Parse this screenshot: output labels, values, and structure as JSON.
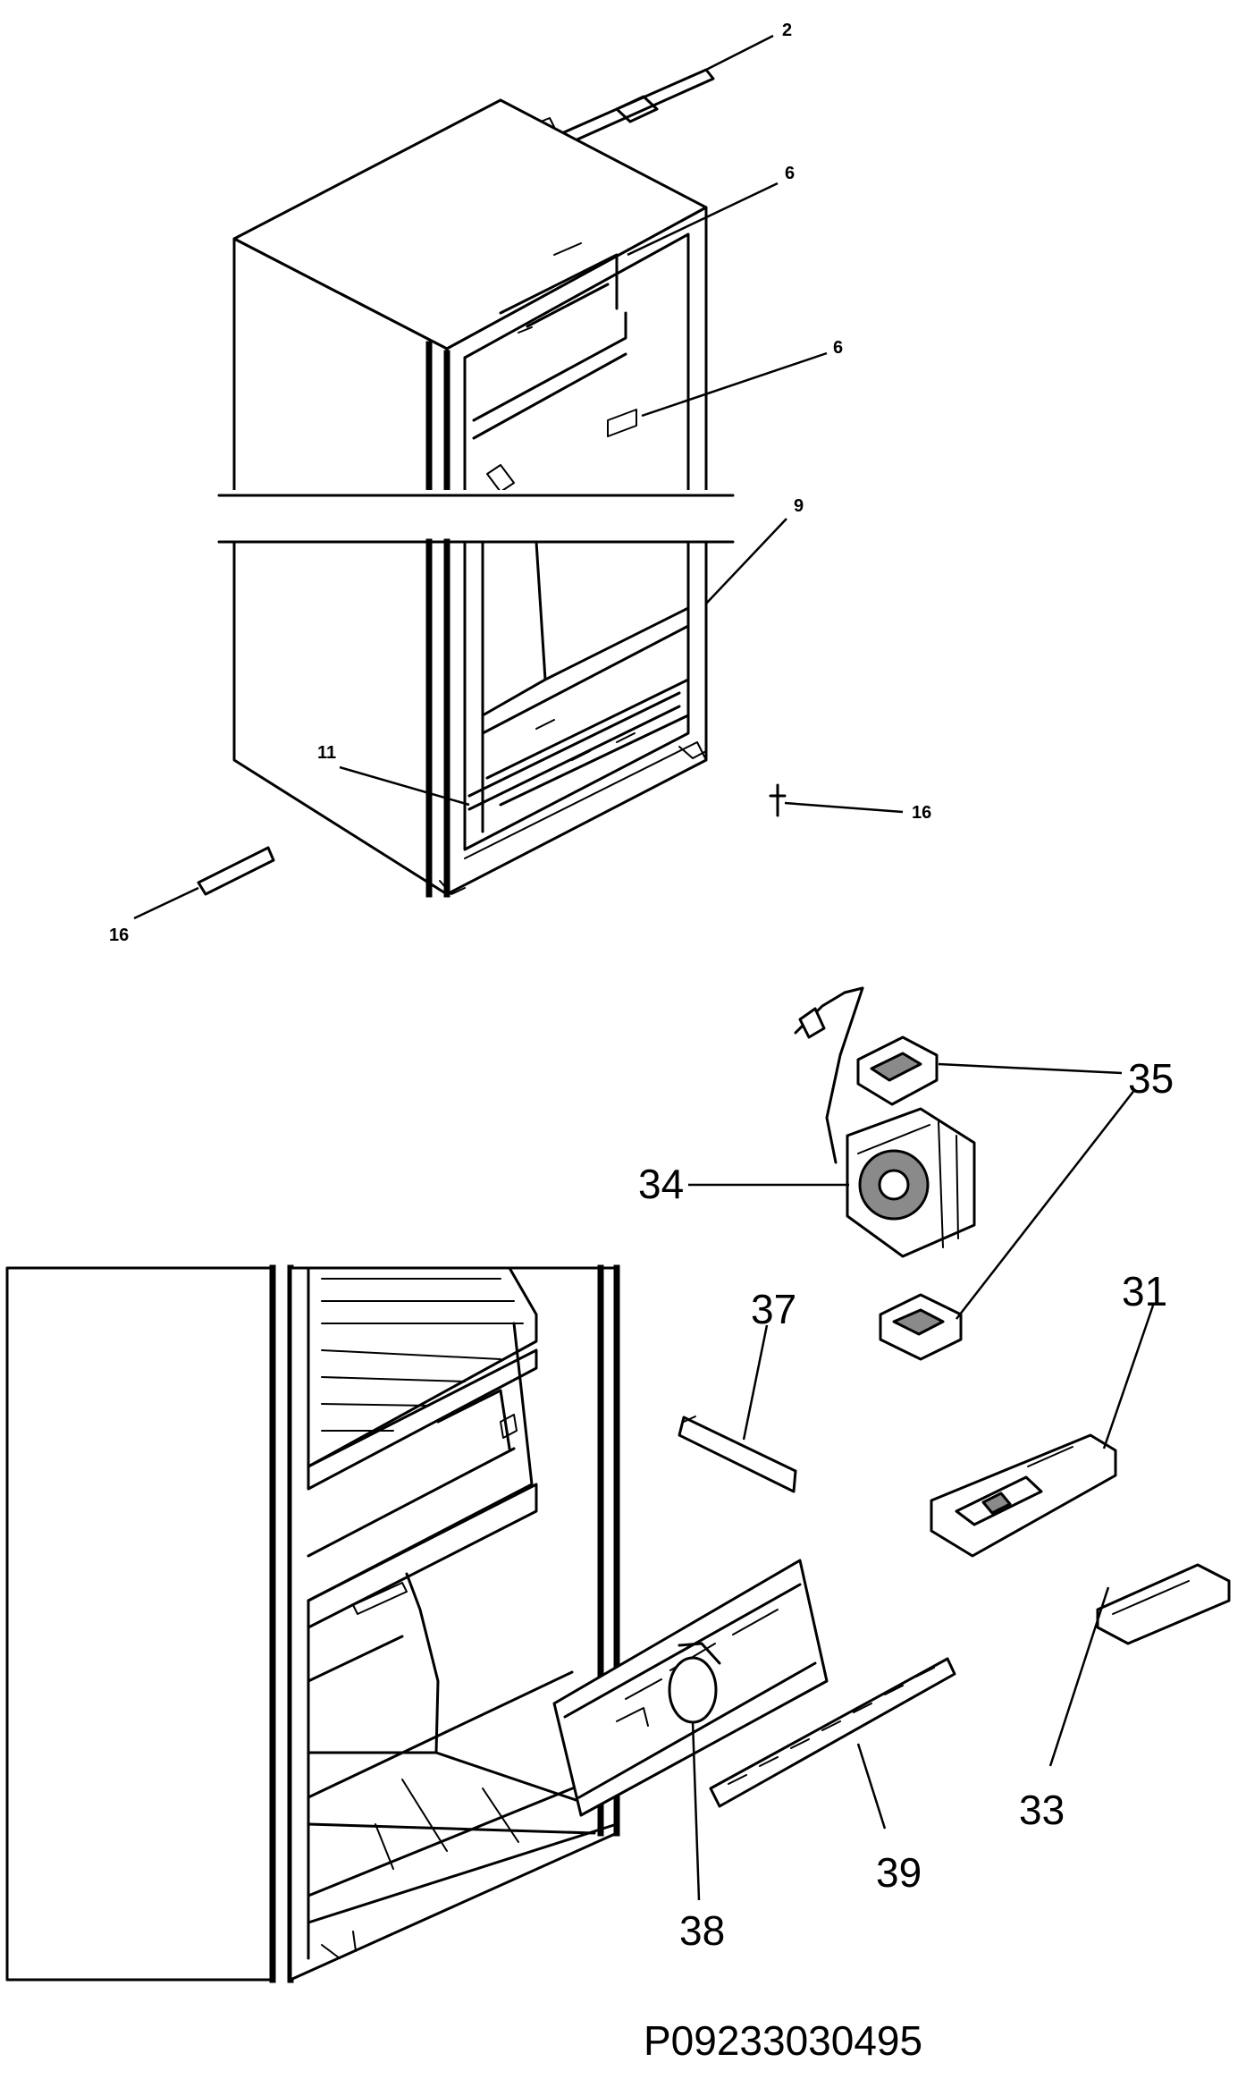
{
  "callouts": {
    "c2": "2",
    "c6a": "6",
    "c6b": "6",
    "c9": "9",
    "c11": "11",
    "c16a": "16",
    "c16b": "16",
    "c31": "31",
    "c33": "33",
    "c34": "34",
    "c35": "35",
    "c37": "37",
    "c38": "38",
    "c39": "39"
  },
  "diagram_code": "P09233030495"
}
